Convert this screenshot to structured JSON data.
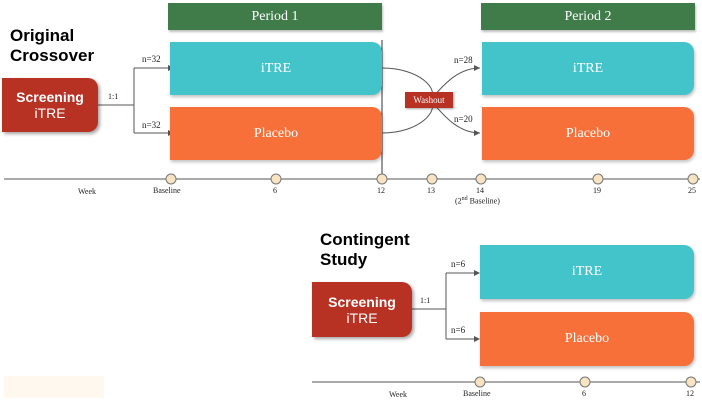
{
  "original": {
    "title_line1": "Original",
    "title_line2": "Crossover",
    "screening_line1": "Screening",
    "screening_line2": "iTRE",
    "ratio": "1:1",
    "period1": "Period 1",
    "period2": "Period 2",
    "n_p1_itre": "n=32",
    "n_p1_placebo": "n=32",
    "n_p2_itre": "n=28",
    "n_p2_placebo": "n=20",
    "arm_itre": "iTRE",
    "arm_placebo": "Placebo",
    "washout": "Washout",
    "week_label": "Week",
    "ticks": [
      "Baseline",
      "6",
      "12",
      "13",
      "14",
      "19",
      "25"
    ],
    "second_baseline_pre": "(2",
    "second_baseline_sup": "nd",
    "second_baseline_post": " Baseline)"
  },
  "contingent": {
    "title_line1": "Contingent",
    "title_line2": "Study",
    "screening_line1": "Screening",
    "screening_line2": "iTRE",
    "ratio": "1:1",
    "n_itre": "n=6",
    "n_placebo": "n=6",
    "arm_itre": "iTRE",
    "arm_placebo": "Placebo",
    "week_label": "Week",
    "ticks": [
      "Baseline",
      "6",
      "12"
    ]
  },
  "colors": {
    "period": "#3f7c4a",
    "itre": "#43c4cb",
    "placebo": "#f7703a",
    "screening": "#b83224",
    "tick_fill": "#f8e4c2"
  }
}
